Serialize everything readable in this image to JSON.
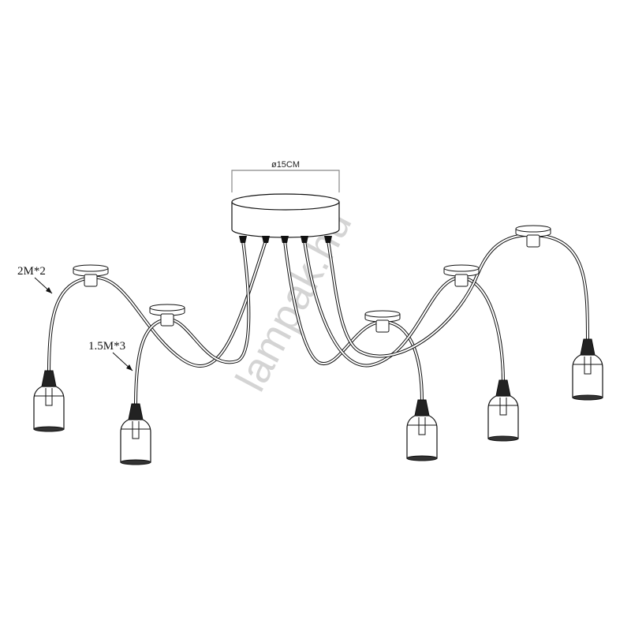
{
  "diagram": {
    "dimension_label": "ø15CM",
    "cable_label_long": "2M*2",
    "cable_label_short": "1.5M*3",
    "watermark": "lampak.hu",
    "line_color": "#111111",
    "watermark_color": "#d4d4d4"
  }
}
